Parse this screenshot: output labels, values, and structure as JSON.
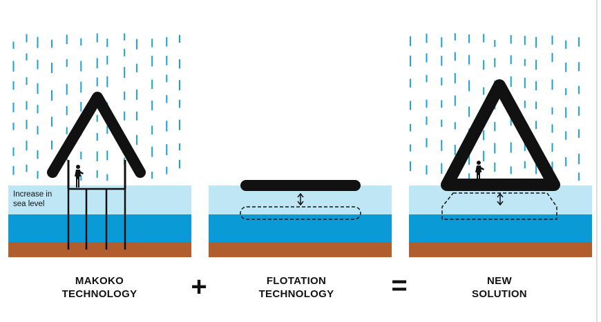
{
  "panels": [
    {
      "id": "makoko",
      "caption_line1": "MAKOKO",
      "caption_line2": "TECHNOLOGY"
    },
    {
      "id": "flotation",
      "caption_line1": "FLOTATION",
      "caption_line2": "TECHNOLOGY"
    },
    {
      "id": "new",
      "caption_line1": "NEW",
      "caption_line2": "SOLUTION"
    }
  ],
  "operators": {
    "plus": "+",
    "equals": "="
  },
  "annotation": {
    "line1": "Increase in",
    "line2": "sea level"
  },
  "colors": {
    "rain": "#1a9fd6",
    "light_water": "#bfe6f4",
    "deep_water": "#0a9ad6",
    "soil": "#b05e2d",
    "structure": "#111111"
  },
  "icons": [
    "person-silhouette-icon",
    "double-arrow-icon",
    "rain-drop-icon"
  ]
}
